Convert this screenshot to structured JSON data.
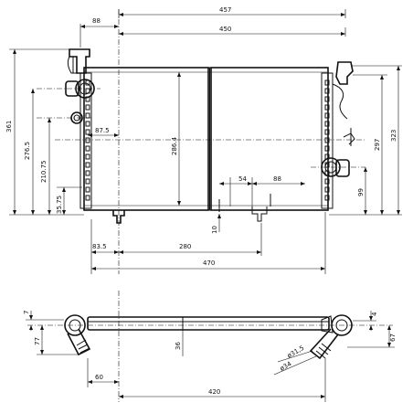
{
  "dimensions": {
    "overall_width": "457",
    "core_width": "450",
    "inlet_offset": "88",
    "overall_height": "361",
    "core_height": "286.4",
    "right_height": "323",
    "right_inner_height": "297",
    "left_pipe_height": "276.5",
    "left_mid_height": "210.75",
    "left_low_height": "35.75",
    "right_low_height": "99",
    "inner_offset": "87.5",
    "mount_54": "54",
    "mount_88": "88",
    "bottom_10": "10",
    "mount_83_5": "83.5",
    "mount_280": "280",
    "base_470": "470",
    "top_7": "7",
    "top_77": "77",
    "top_36": "36",
    "top_60": "60",
    "top_420": "420",
    "top_4": "4",
    "top_67": "67",
    "dia_31_5": "ø31,5",
    "dia_34": "ø34"
  }
}
